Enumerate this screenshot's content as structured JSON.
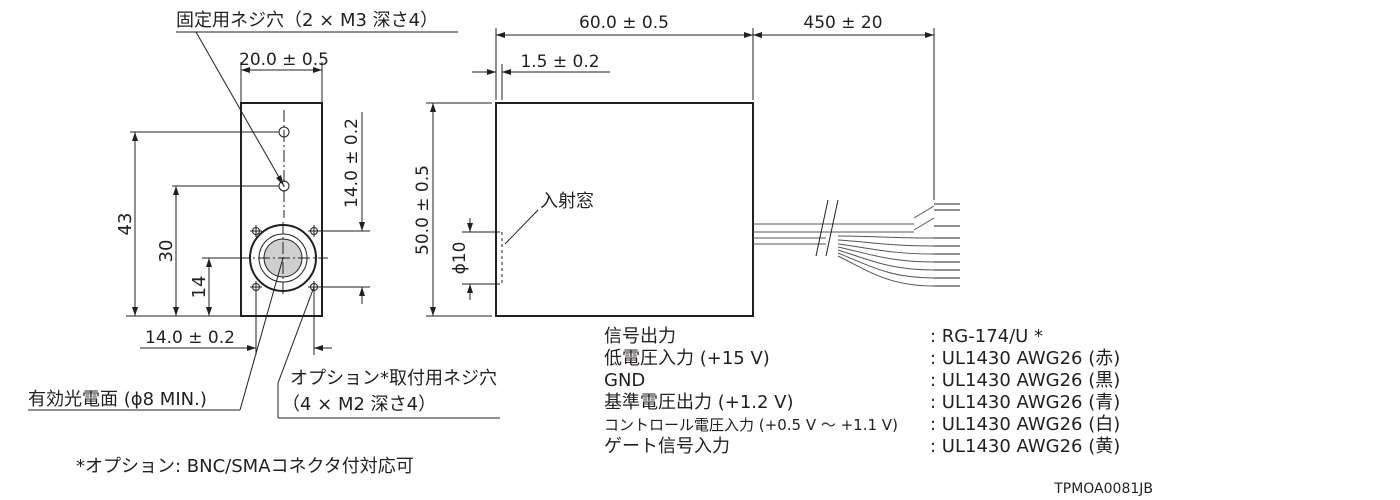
{
  "dimensions": {
    "length": "60.0 ± 0.5",
    "cable_length": "450 ± 20",
    "width": "20.0 ± 0.5",
    "window_offset": "1.5 ± 0.2",
    "height_43": "43",
    "height_30": "30",
    "height_14": "14",
    "hole_pitch_v": "14.0 ± 0.2",
    "hole_pitch_h": "14.0 ± 0.2",
    "body_height": "50.0 ± 0.5",
    "window_dia": "ϕ10"
  },
  "callouts": {
    "fixing_screw": "固定用ネジ穴（2 × M3  深さ4）",
    "entrance_window": "入射窓",
    "photocathode": "有効光電面 (ϕ8 MIN.)",
    "option_screw_line1": "オプション*取付用ネジ穴",
    "option_screw_line2": "（4 × M2  深さ4）"
  },
  "signals": [
    {
      "name": "信号出力",
      "spec": ": RG-174/U *"
    },
    {
      "name": "低電圧入力 (+15 V)",
      "spec": ": UL1430 AWG26 (赤)"
    },
    {
      "name": "GND",
      "spec": ": UL1430 AWG26 (黒)"
    },
    {
      "name": "基準電圧出力 (+1.2 V)",
      "spec": ": UL1430 AWG26 (青)"
    },
    {
      "name": "コントロール電圧入力 (+0.5 V ～ +1.1 V)",
      "spec": ": UL1430 AWG26 (白)"
    },
    {
      "name": "ゲート信号入力",
      "spec": ": UL1430 AWG26 (黄)"
    }
  ],
  "footnote": "*オプション: BNC/SMAコネクタ付対応可",
  "drawing_code": "TPMOA0081JB"
}
